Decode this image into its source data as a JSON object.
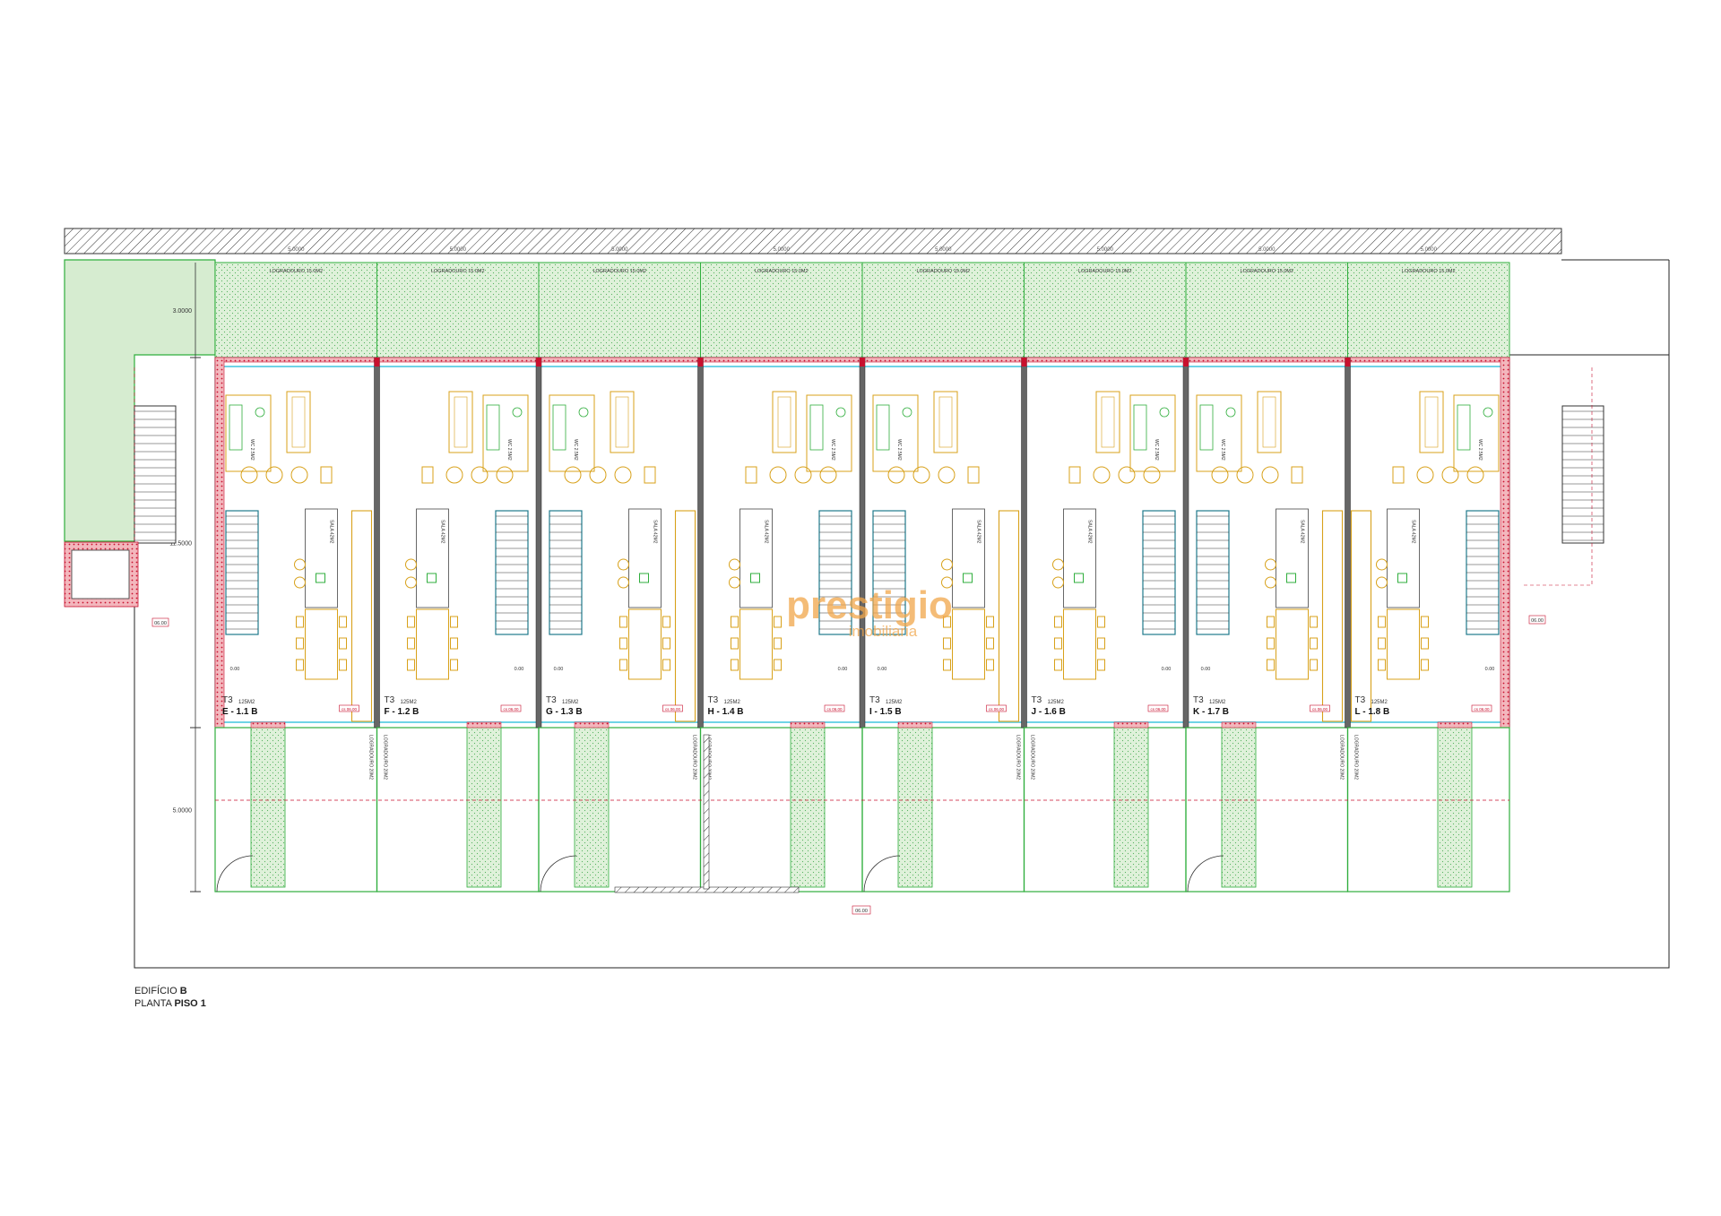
{
  "drawing": {
    "top_dimensions": [
      "5.0000",
      "5.0000",
      "5.0000",
      "5.0000",
      "5.0000",
      "5.0000",
      "5.0000",
      "5.0000"
    ],
    "left_dimensions": [
      "3.0000",
      "11.5000",
      "5.0000"
    ],
    "top_yard_label": "LOGRADOURO 15.0M2",
    "rear_yard_label": "LOGRADOURO 20M2",
    "wc_label": "WC 2.5M2",
    "room_label": "SALA 42M2",
    "unit_type": "T3",
    "unit_area": "125M2",
    "level_small": "0.00",
    "level_tag": "cs 06.00",
    "side_level": "06.00",
    "bottom_level": "06.00",
    "units": [
      "E - 1.1 B",
      "F - 1.2 B",
      "G - 1.3 B",
      "H - 1.4 B",
      "I - 1.5 B",
      "J - 1.6 B",
      "K - 1.7 B",
      "L - 1.8 B"
    ],
    "watermark_main": "prestigio",
    "watermark_sub": "imobiliaria"
  },
  "caption": {
    "line1_prefix": "EDIFÍCIO",
    "line1_bold": "B",
    "line2_prefix": "PLANTA",
    "line2_bold": "PISO 1"
  },
  "colors": {
    "wall": "#c8102e",
    "garden": "#d8efd3",
    "green_line": "#2fae3c",
    "stair": "#1f7a8c",
    "furniture": "#d8a11a",
    "glass": "#6fd3e6",
    "line": "#222222",
    "watermark": "#f0a64a"
  }
}
